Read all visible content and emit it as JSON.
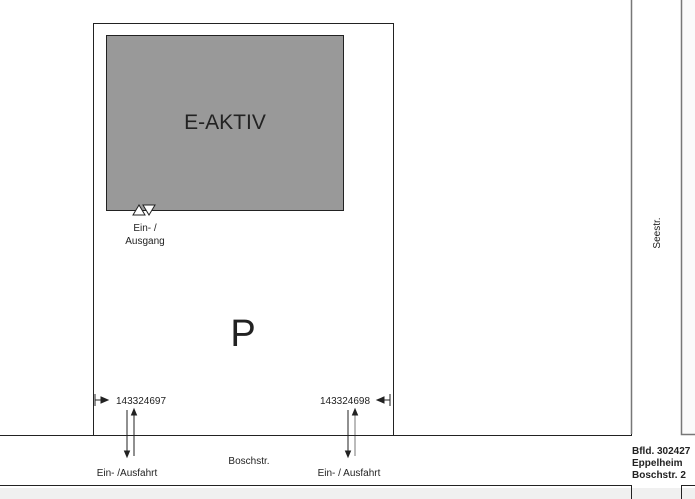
{
  "building": {
    "label": "E-AKTIV",
    "fill": "#999999"
  },
  "entrance": {
    "line1": "Ein- /",
    "line2": "Ausgang"
  },
  "parking": {
    "label": "P"
  },
  "driveways": [
    {
      "id": "143324697",
      "label": "Ein- /Ausfahrt"
    },
    {
      "id": "143324698",
      "label": "Ein- / Ausfahrt"
    }
  ],
  "streets": {
    "horizontal": "Boschstr.",
    "vertical": "Seestr."
  },
  "info": {
    "line1": "Bfld. 302427",
    "line2": "Eppelheim",
    "line3": "Boschstr. 2"
  }
}
